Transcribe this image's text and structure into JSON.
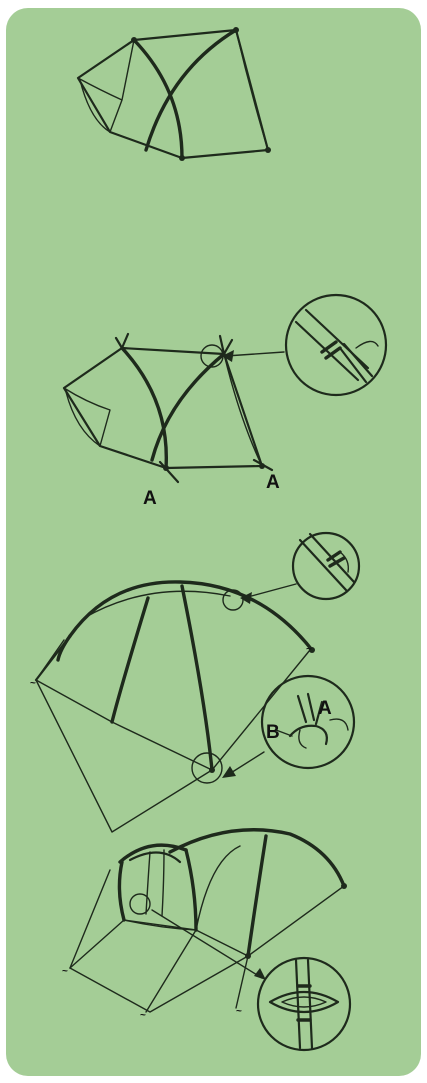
{
  "steps": [
    {
      "id": "step-1",
      "labels": []
    },
    {
      "id": "step-2",
      "labels": [
        "A",
        "A"
      ]
    },
    {
      "id": "step-3",
      "labels": [
        "B",
        "A"
      ]
    },
    {
      "id": "step-4",
      "labels": []
    }
  ],
  "colors": {
    "background": "#a4cd96",
    "ink": "#1e2a1c"
  }
}
